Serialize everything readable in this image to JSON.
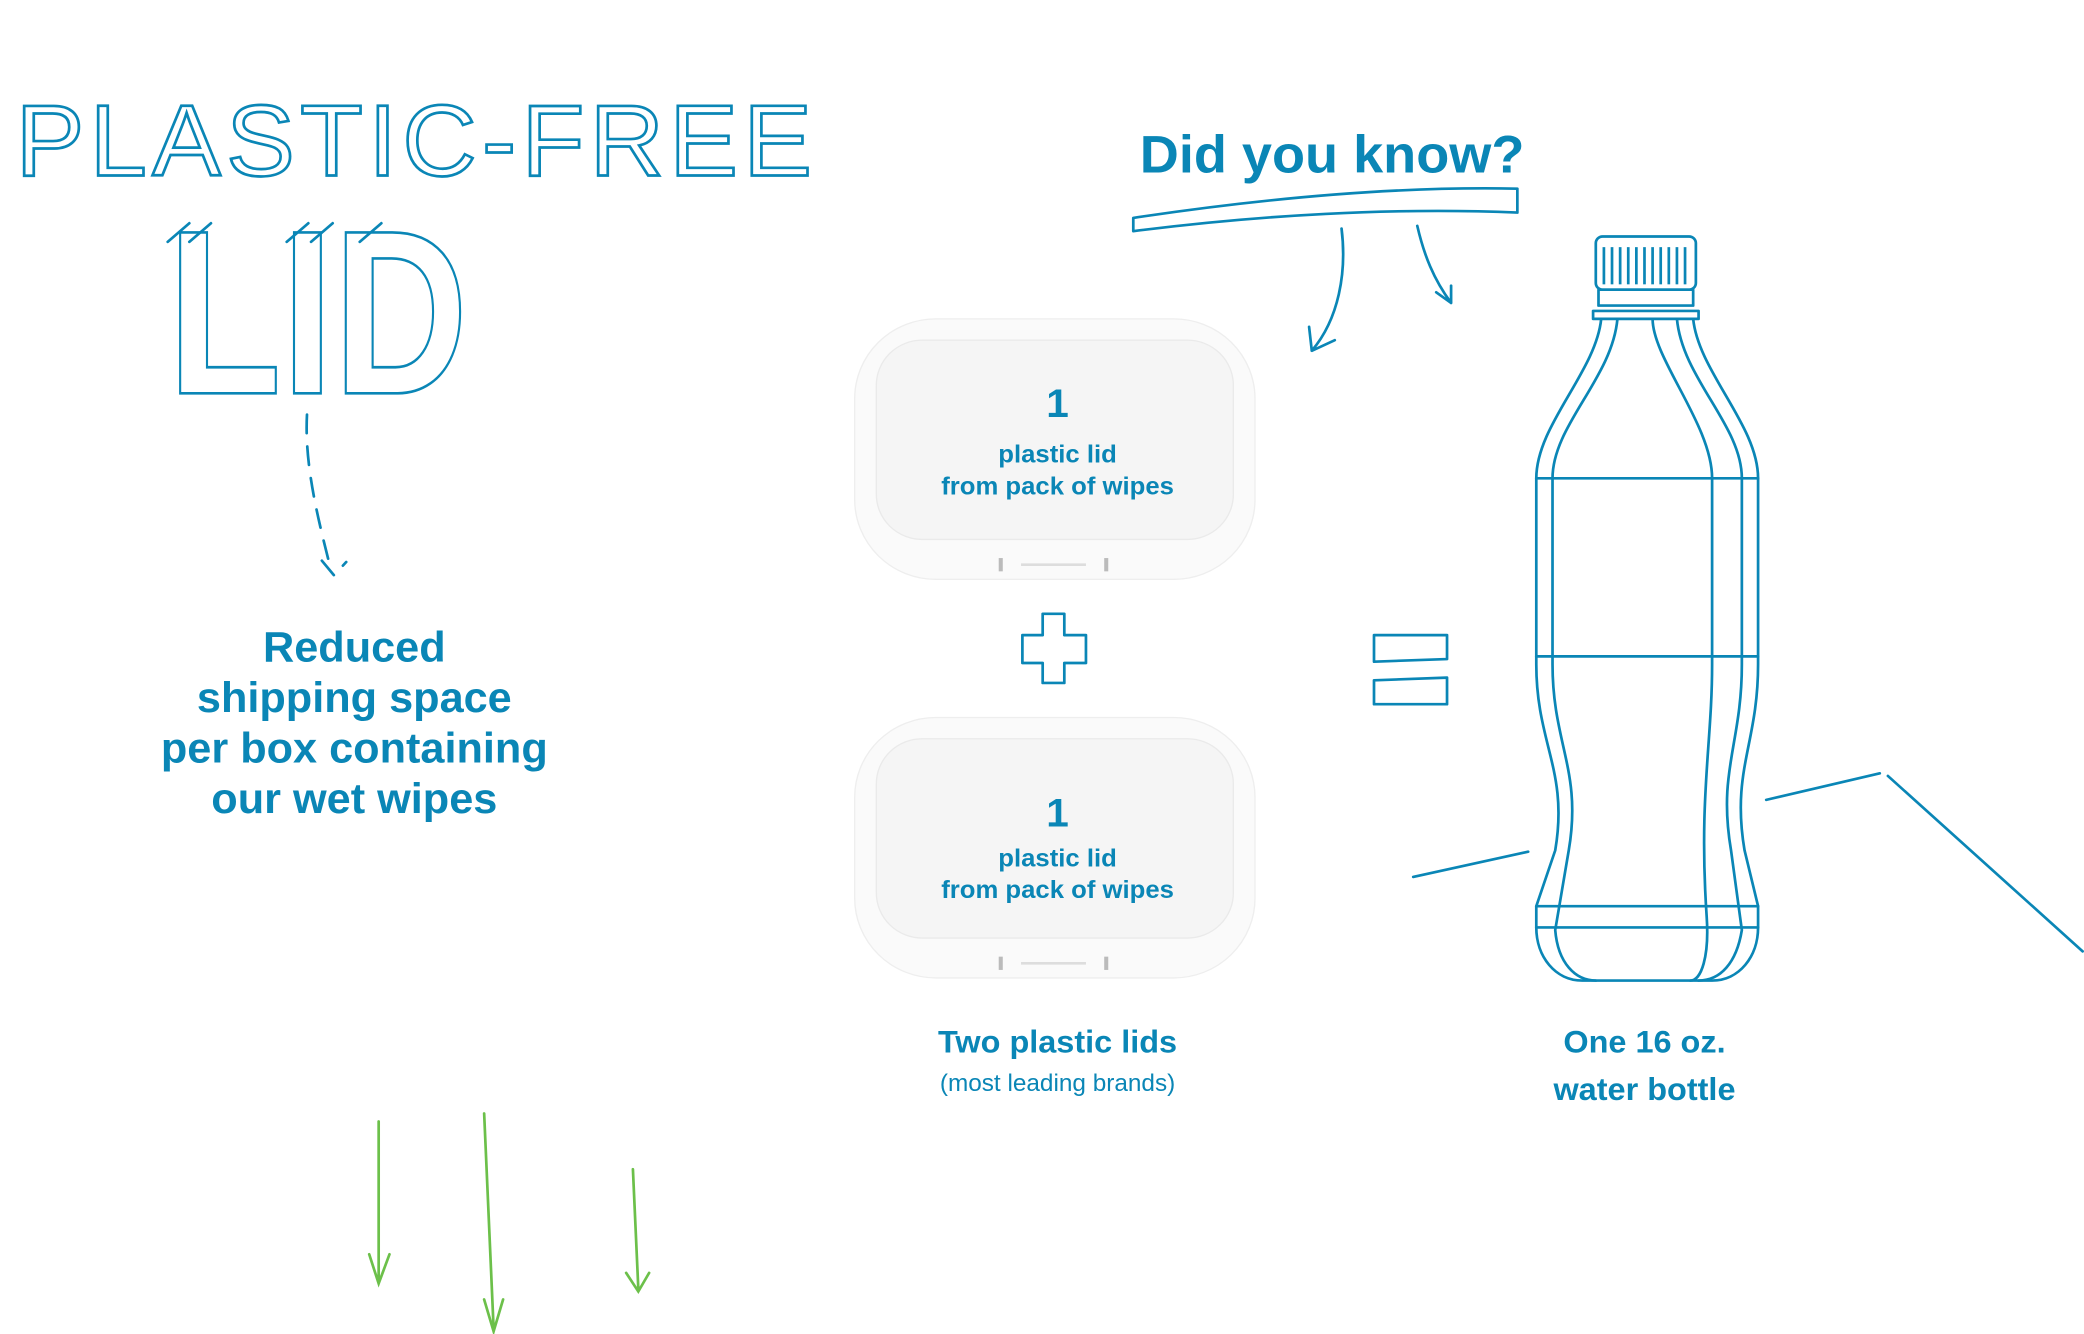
{
  "headline": {
    "line1": "PLASTIC-FREE",
    "line2": "LID"
  },
  "benefit": {
    "lines": [
      "Reduced",
      "shipping space",
      "per box containing",
      "our wet wipes"
    ]
  },
  "callout": {
    "title": "Did you know?"
  },
  "lids": [
    {
      "count": "1",
      "line1": "plastic lid",
      "line2": "from pack of wipes"
    },
    {
      "count": "1",
      "line1": "plastic lid",
      "line2": "from pack of wipes"
    }
  ],
  "lids_caption": {
    "title": "Two plastic lids",
    "subtitle": "(most leading brands)"
  },
  "bottle_caption": {
    "line1": "One 16 oz.",
    "line2": "water bottle"
  },
  "colors": {
    "brand_blue": "#0a86b6",
    "arrow_green": "#6cc04a"
  }
}
